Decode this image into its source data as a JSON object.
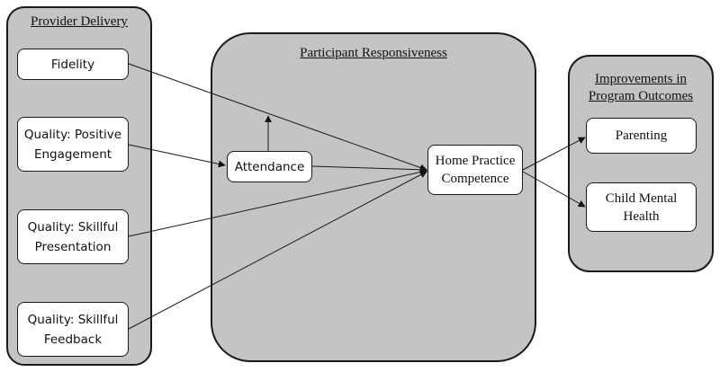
{
  "groups": {
    "provider_delivery": {
      "title": "Provider Delivery"
    },
    "participant_responsiveness": {
      "title": "Participant Responsiveness"
    },
    "improvements": {
      "title_line1": "Improvements in",
      "title_line2": "Program Outcomes"
    }
  },
  "nodes": {
    "fidelity": {
      "line1": "Fidelity"
    },
    "quality_positive": {
      "line1": "Quality: Positive",
      "line2": "Engagement"
    },
    "quality_presentation": {
      "line1": "Quality: Skillful",
      "line2": "Presentation"
    },
    "quality_feedback": {
      "line1": "Quality: Skillful",
      "line2": "Feedback"
    },
    "attendance": {
      "line1": "Attendance"
    },
    "home_practice": {
      "line1": "Home Practice",
      "line2": "Competence"
    },
    "parenting": {
      "line1": "Parenting"
    },
    "child_mental_health": {
      "line1": "Child Mental",
      "line2": "Health"
    }
  },
  "colors": {
    "group_fill": "#c4c4c4",
    "box_fill": "#ffffff",
    "stroke": "#1a1a1a"
  }
}
